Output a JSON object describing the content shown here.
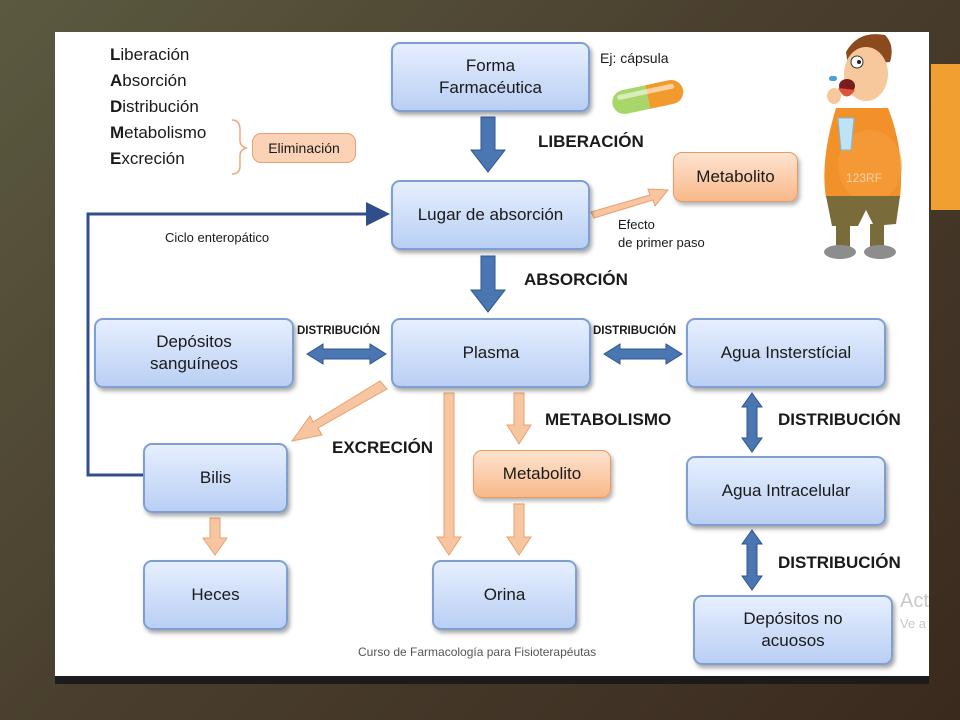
{
  "ladme": [
    {
      "first": "L",
      "rest": "iberación"
    },
    {
      "first": "A",
      "rest": "bsorción"
    },
    {
      "first": "D",
      "rest": "istribución"
    },
    {
      "first": "M",
      "rest": "etabolismo"
    },
    {
      "first": "E",
      "rest": "xcreción"
    }
  ],
  "eliminacion": "Eliminación",
  "boxes": {
    "forma_line1": "Forma",
    "forma_line2": "Farmacéutica",
    "lugar": "Lugar de absorción",
    "metabolito_top": "Metabolito",
    "depositos_sang_line1": "Depósitos",
    "depositos_sang_line2": "sanguíneos",
    "plasma": "Plasma",
    "agua_inter": "Agua Insterstícial",
    "bilis": "Bilis",
    "metabolito_mid": "Metabolito",
    "agua_intra": "Agua Intracelular",
    "heces": "Heces",
    "orina": "Orina",
    "depositos_no_line1": "Depósitos no",
    "depositos_no_line2": "acuosos"
  },
  "labels": {
    "ej_capsula": "Ej: cápsula",
    "liberacion": "LIBERACIÓN",
    "absorcion": "ABSORCIÓN",
    "efecto_line1": "Efecto",
    "efecto_line2": "de primer paso",
    "ciclo": "Ciclo enteropático",
    "distribucion_left": "DISTRIBUCIÓN",
    "distribucion_right": "DISTRIBUCIÓN",
    "metabolismo": "METABOLISMO",
    "excrecion": "EXCRECIÓN",
    "distribucion_1": "DISTRIBUCIÓN",
    "distribucion_2": "DISTRIBUCIÓN"
  },
  "footer": "Curso de Farmacología para Fisioterapéutas",
  "watermark": {
    "line1": "Act",
    "line2": "Ve a"
  },
  "colors": {
    "blue_arrow": "#4a76b2",
    "orange_arrow": "#f7c6a0",
    "blue_box_border": "#7f9fd3",
    "orange_box_fill": "#f9b98a",
    "accent_tab": "#f0a030"
  },
  "illustration": {
    "logo_text": "123RF"
  }
}
